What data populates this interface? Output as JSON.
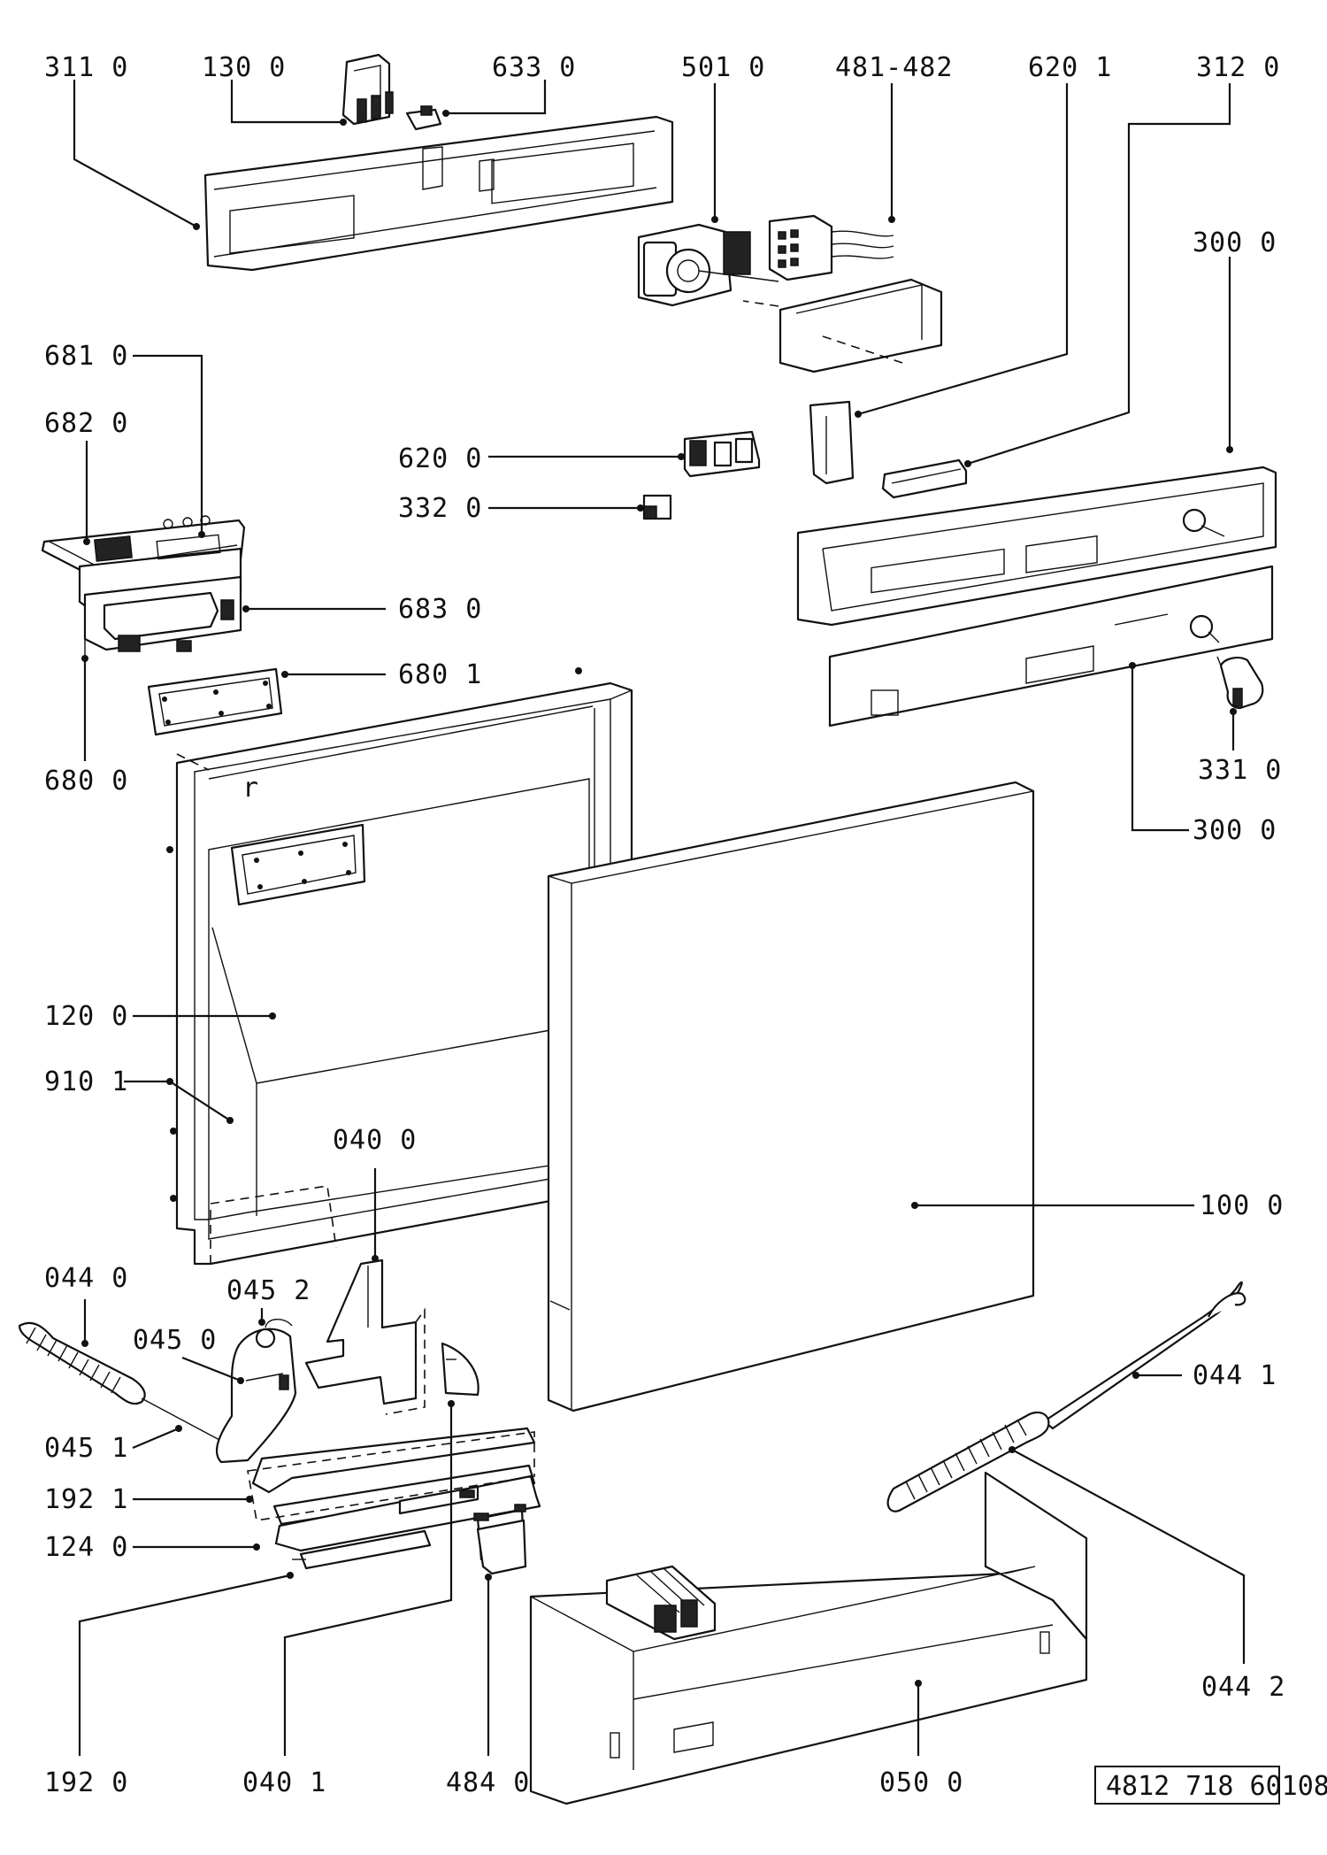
{
  "callouts": {
    "c_311_0": "311 0",
    "c_130_0": "130 0",
    "c_633_0": "633 0",
    "c_501_0": "501 0",
    "c_481_482": "481-482",
    "c_620_1": "620 1",
    "c_312_0": "312 0",
    "c_300_0_top": "300 0",
    "c_681_0": "681 0",
    "c_682_0": "682 0",
    "c_620_0": "620 0",
    "c_332_0": "332 0",
    "c_683_0": "683 0",
    "c_680_1": "680 1",
    "c_680_0": "680 0",
    "c_331_0": "331 0",
    "c_300_0_bottom": "300 0",
    "c_120_0": "120 0",
    "c_910_1": "910 1",
    "c_040_0": "040 0",
    "c_100_0": "100 0",
    "c_044_0": "044 0",
    "c_045_2": "045 2",
    "c_045_0": "045 0",
    "c_044_1": "044 1",
    "c_045_1": "045 1",
    "c_192_1": "192 1",
    "c_124_0": "124 0",
    "c_044_2": "044 2",
    "c_192_0": "192 0",
    "c_040_1": "040 1",
    "c_484_0": "484 0",
    "c_050_0": "050 0"
  },
  "drawing_reference": "4812 718 60108"
}
